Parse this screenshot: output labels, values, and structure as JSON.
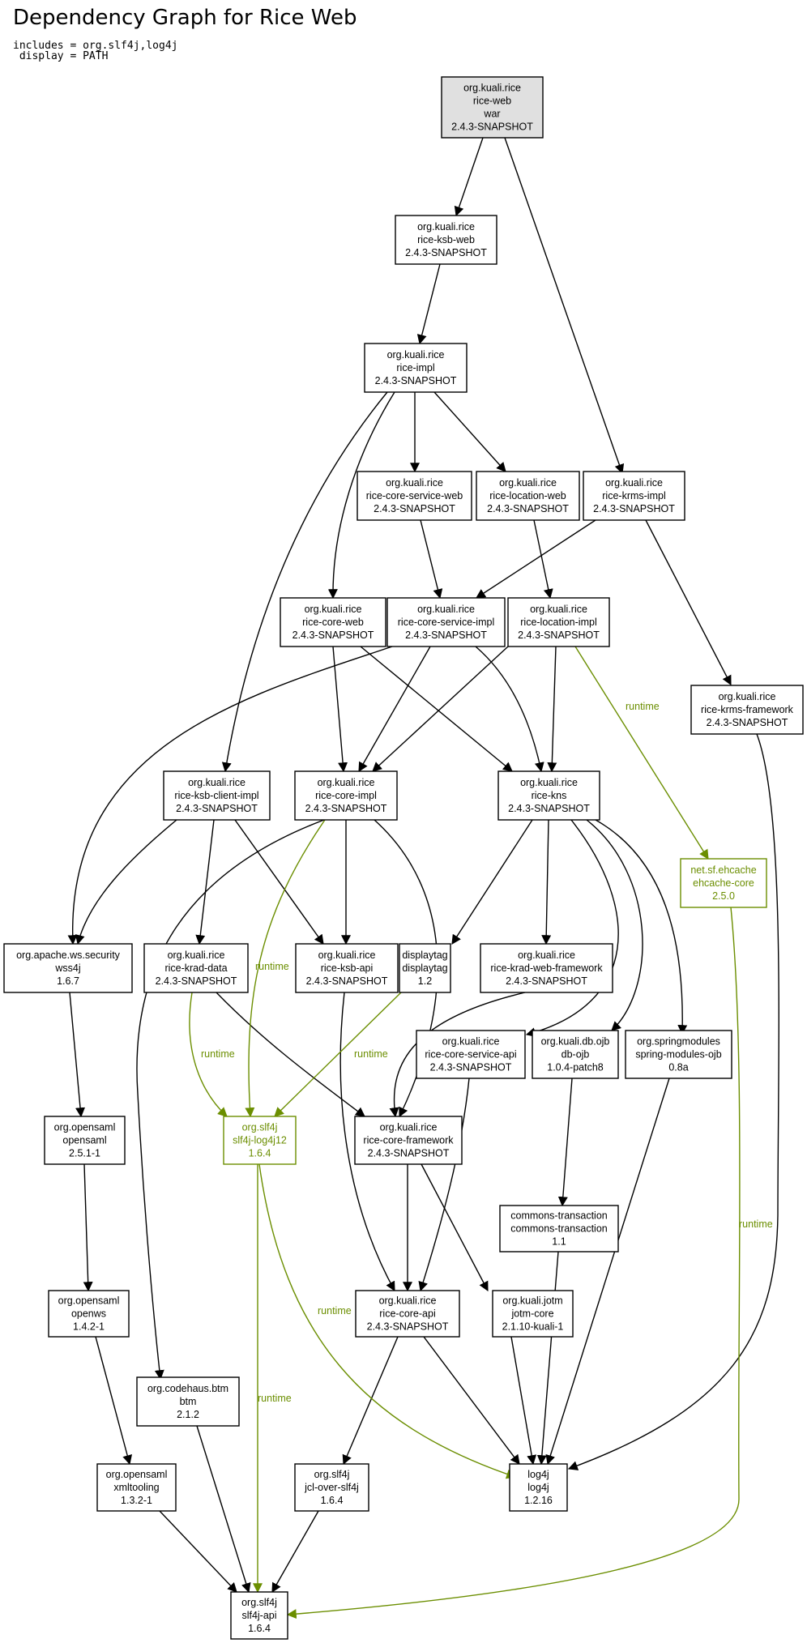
{
  "title": "Dependency Graph for Rice Web",
  "options": [
    "includes = org.slf4j,log4j",
    " display = PATH"
  ],
  "colors": {
    "edge": "#000000",
    "runtime": "#6b8e00",
    "root_fill": "#e0e0e0",
    "node_fill": "#ffffff"
  },
  "nodes": {
    "rice_web": {
      "lines": [
        "org.kuali.rice",
        "rice-web",
        "war",
        "2.4.3-SNAPSHOT"
      ],
      "root": true
    },
    "ksb_web": {
      "lines": [
        "org.kuali.rice",
        "rice-ksb-web",
        "2.4.3-SNAPSHOT"
      ]
    },
    "impl": {
      "lines": [
        "org.kuali.rice",
        "rice-impl",
        "2.4.3-SNAPSHOT"
      ]
    },
    "core_service_web": {
      "lines": [
        "org.kuali.rice",
        "rice-core-service-web",
        "2.4.3-SNAPSHOT"
      ]
    },
    "location_web": {
      "lines": [
        "org.kuali.rice",
        "rice-location-web",
        "2.4.3-SNAPSHOT"
      ]
    },
    "krms_impl": {
      "lines": [
        "org.kuali.rice",
        "rice-krms-impl",
        "2.4.3-SNAPSHOT"
      ]
    },
    "core_web": {
      "lines": [
        "org.kuali.rice",
        "rice-core-web",
        "2.4.3-SNAPSHOT"
      ]
    },
    "core_service_impl": {
      "lines": [
        "org.kuali.rice",
        "rice-core-service-impl",
        "2.4.3-SNAPSHOT"
      ]
    },
    "location_impl": {
      "lines": [
        "org.kuali.rice",
        "rice-location-impl",
        "2.4.3-SNAPSHOT"
      ]
    },
    "krms_framework": {
      "lines": [
        "org.kuali.rice",
        "rice-krms-framework",
        "2.4.3-SNAPSHOT"
      ]
    },
    "ksb_client_impl": {
      "lines": [
        "org.kuali.rice",
        "rice-ksb-client-impl",
        "2.4.3-SNAPSHOT"
      ]
    },
    "core_impl": {
      "lines": [
        "org.kuali.rice",
        "rice-core-impl",
        "2.4.3-SNAPSHOT"
      ]
    },
    "kns": {
      "lines": [
        "org.kuali.rice",
        "rice-kns",
        "2.4.3-SNAPSHOT"
      ]
    },
    "ehcache": {
      "lines": [
        "net.sf.ehcache",
        "ehcache-core",
        "2.5.0"
      ],
      "runtime": true
    },
    "wss4j": {
      "lines": [
        "org.apache.ws.security",
        "wss4j",
        "1.6.7"
      ]
    },
    "krad_data": {
      "lines": [
        "org.kuali.rice",
        "rice-krad-data",
        "2.4.3-SNAPSHOT"
      ]
    },
    "ksb_api": {
      "lines": [
        "org.kuali.rice",
        "rice-ksb-api",
        "2.4.3-SNAPSHOT"
      ]
    },
    "displaytag": {
      "lines": [
        "displaytag",
        "displaytag",
        "1.2"
      ]
    },
    "krad_web_framework": {
      "lines": [
        "org.kuali.rice",
        "rice-krad-web-framework",
        "2.4.3-SNAPSHOT"
      ]
    },
    "core_service_api": {
      "lines": [
        "org.kuali.rice",
        "rice-core-service-api",
        "2.4.3-SNAPSHOT"
      ]
    },
    "db_ojb": {
      "lines": [
        "org.kuali.db.ojb",
        "db-ojb",
        "1.0.4-patch8"
      ]
    },
    "spring_modules_ojb": {
      "lines": [
        "org.springmodules",
        "spring-modules-ojb",
        "0.8a"
      ]
    },
    "opensaml": {
      "lines": [
        "org.opensaml",
        "opensaml",
        "2.5.1-1"
      ]
    },
    "slf4j_log4j12": {
      "lines": [
        "org.slf4j",
        "slf4j-log4j12",
        "1.6.4"
      ],
      "runtime": true
    },
    "core_framework": {
      "lines": [
        "org.kuali.rice",
        "rice-core-framework",
        "2.4.3-SNAPSHOT"
      ]
    },
    "commons_transaction": {
      "lines": [
        "commons-transaction",
        "commons-transaction",
        "1.1"
      ]
    },
    "openws": {
      "lines": [
        "org.opensaml",
        "openws",
        "1.4.2-1"
      ]
    },
    "core_api": {
      "lines": [
        "org.kuali.rice",
        "rice-core-api",
        "2.4.3-SNAPSHOT"
      ]
    },
    "jotm_core": {
      "lines": [
        "org.kuali.jotm",
        "jotm-core",
        "2.1.10-kuali-1"
      ]
    },
    "btm": {
      "lines": [
        "org.codehaus.btm",
        "btm",
        "2.1.2"
      ]
    },
    "xmltooling": {
      "lines": [
        "org.opensaml",
        "xmltooling",
        "1.3.2-1"
      ]
    },
    "jcl_over_slf4j": {
      "lines": [
        "org.slf4j",
        "jcl-over-slf4j",
        "1.6.4"
      ]
    },
    "log4j": {
      "lines": [
        "log4j",
        "log4j",
        "1.2.16"
      ]
    },
    "slf4j_api": {
      "lines": [
        "org.slf4j",
        "slf4j-api",
        "1.6.4"
      ]
    }
  },
  "edge_label": "runtime"
}
